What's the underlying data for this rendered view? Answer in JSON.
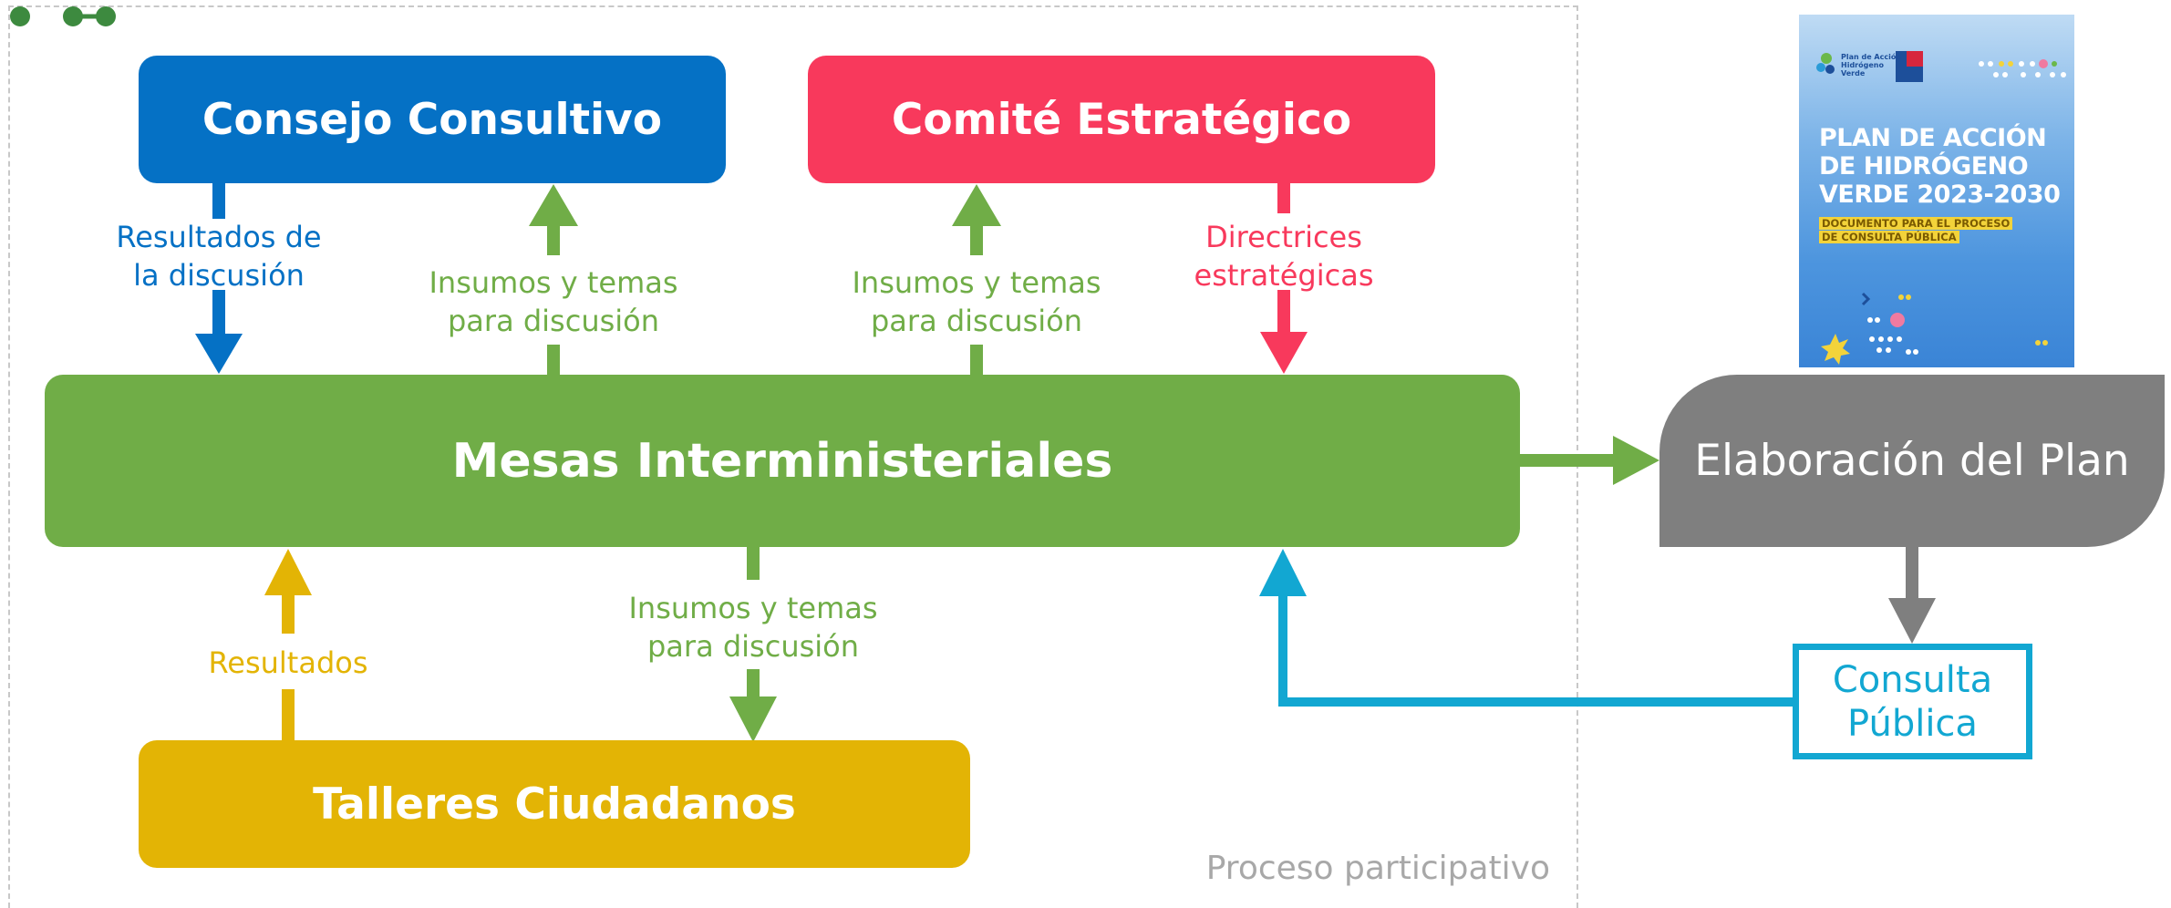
{
  "nodes": {
    "consejo": "Consejo Consultivo",
    "comite": "Comité Estratégico",
    "mesas": "Mesas Interministeriales",
    "talleres": "Talleres Ciudadanos",
    "elaboracion": "Elaboración del Plan",
    "consulta_line1": "Consulta",
    "consulta_line2": "Pública"
  },
  "edge_labels": {
    "resultados_de": "Resultados de",
    "la_discusion": "la discusión",
    "insumos_line1": "Insumos y temas",
    "insumos_line2": "para discusión",
    "directrices": "Directrices",
    "estrategicas": "estratégicas",
    "resultados": "Resultados"
  },
  "group_label": "Proceso participativo",
  "cover": {
    "logo_line1": "Plan de Acción",
    "logo_line2": "Hidrógeno",
    "logo_line3": "Verde",
    "title_line1": "PLAN DE ACCIÓN",
    "title_line2": "DE HIDRÓGENO",
    "title_line3": "VERDE 2023-2030",
    "subtitle_line1": "DOCUMENTO PARA EL PROCESO",
    "subtitle_line2": "DE CONSULTA PÚBLICA"
  },
  "colors": {
    "blue": "#0571c5",
    "red": "#f8395c",
    "green": "#70ad47",
    "yellow": "#e3b405",
    "gray": "#7f7f7f",
    "cyan": "#12a7d2",
    "frame": "#c8c8c8"
  }
}
